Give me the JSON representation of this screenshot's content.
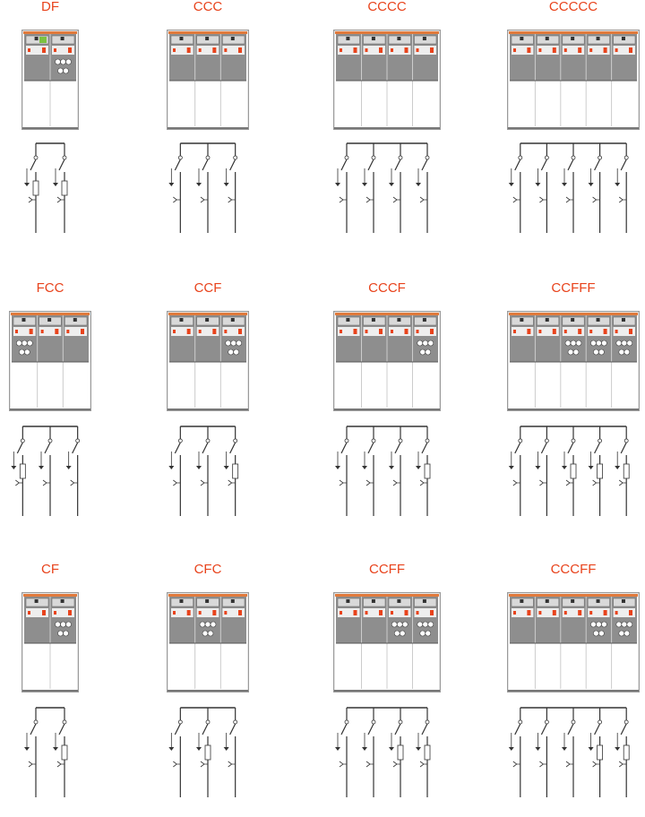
{
  "configurations": [
    {
      "name": "DF",
      "panels": "DF"
    },
    {
      "name": "CCC",
      "panels": "CCC"
    },
    {
      "name": "CCCC",
      "panels": "CCCC"
    },
    {
      "name": "CCCCC",
      "panels": "CCCCC"
    },
    {
      "name": "FCC",
      "panels": "FCC"
    },
    {
      "name": "CCF",
      "panels": "CCF"
    },
    {
      "name": "CCCF",
      "panels": "CCCF"
    },
    {
      "name": "CCFFF",
      "panels": "CCFFF"
    },
    {
      "name": "CF",
      "panels": "CF"
    },
    {
      "name": "CFC",
      "panels": "CFC"
    },
    {
      "name": "CCFF",
      "panels": "CCFF"
    },
    {
      "name": "CCCFF",
      "panels": "CCCFF"
    }
  ],
  "colors": {
    "title": "#e8431c",
    "cabinet_frame": "#9a9a9a",
    "cabinet_top_bar": "#e07a3c",
    "cabinet_upper": "#8e8e8e",
    "cabinet_lower": "#ffffff",
    "switch_green": "#7cc241",
    "line": "#333333"
  },
  "icons": [
    "rmu-cabinet-icon",
    "single-line-diagram-icon",
    "fuse-icon",
    "earth-switch-icon"
  ]
}
